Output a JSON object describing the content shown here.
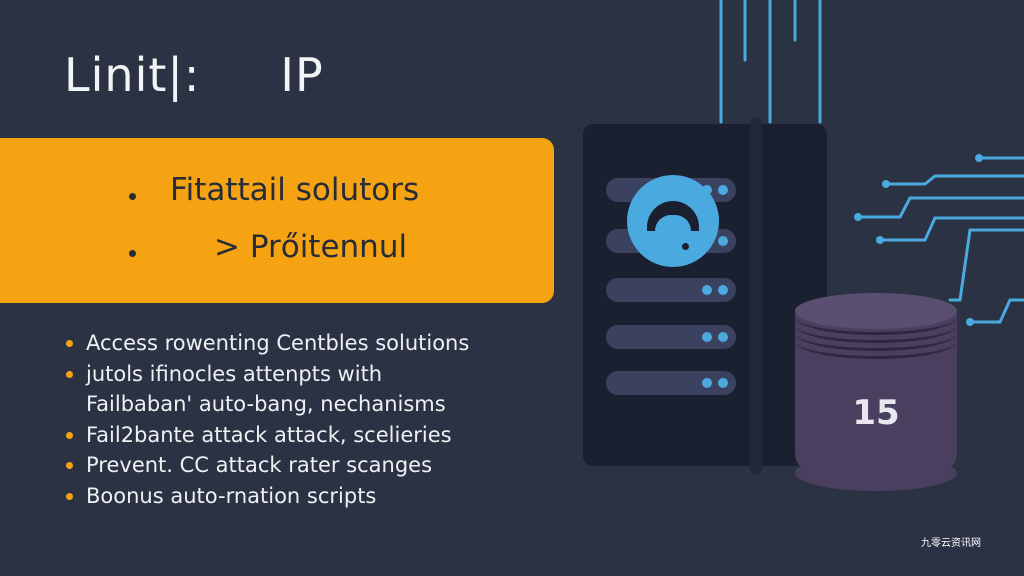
{
  "header": {
    "title_left": "Linit|:",
    "title_right": "IP"
  },
  "banner": {
    "items": [
      {
        "bullet": "•",
        "text": "Fitattail solutors"
      },
      {
        "bullet": "•",
        "text": "> Prőitennul"
      }
    ]
  },
  "features": {
    "items": [
      {
        "text": "Access rowenting Centbles solutions"
      },
      {
        "text": "jutols ifinocles attenpts with"
      },
      {
        "text": "Failbaban' auto-bang, nechanisms",
        "continuation": true
      },
      {
        "text": "Fail2bante attack attack, scelieries"
      },
      {
        "text": "Prevent. CC attack rater scanges"
      },
      {
        "text": "Boonus auto-rnation scripts"
      }
    ]
  },
  "illustration": {
    "database_label": "15",
    "colors": {
      "accent": "#f6a313",
      "circuit": "#4aa9de",
      "background": "#2b3243"
    }
  },
  "watermark": {
    "text": "九零云资讯网"
  }
}
